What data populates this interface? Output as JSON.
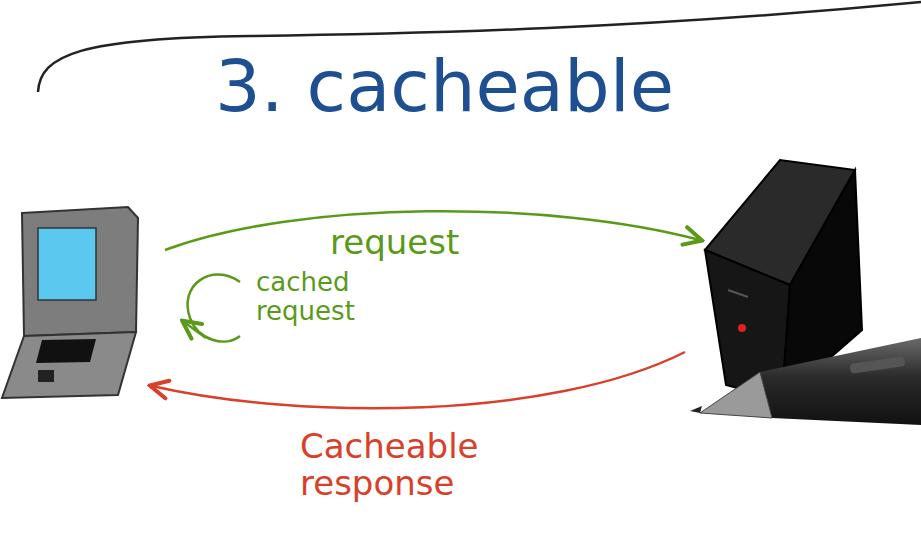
{
  "diagram": {
    "title": "3. cacheable",
    "labels": [
      "request",
      "cached request",
      "Cacheable response"
    ]
  }
}
